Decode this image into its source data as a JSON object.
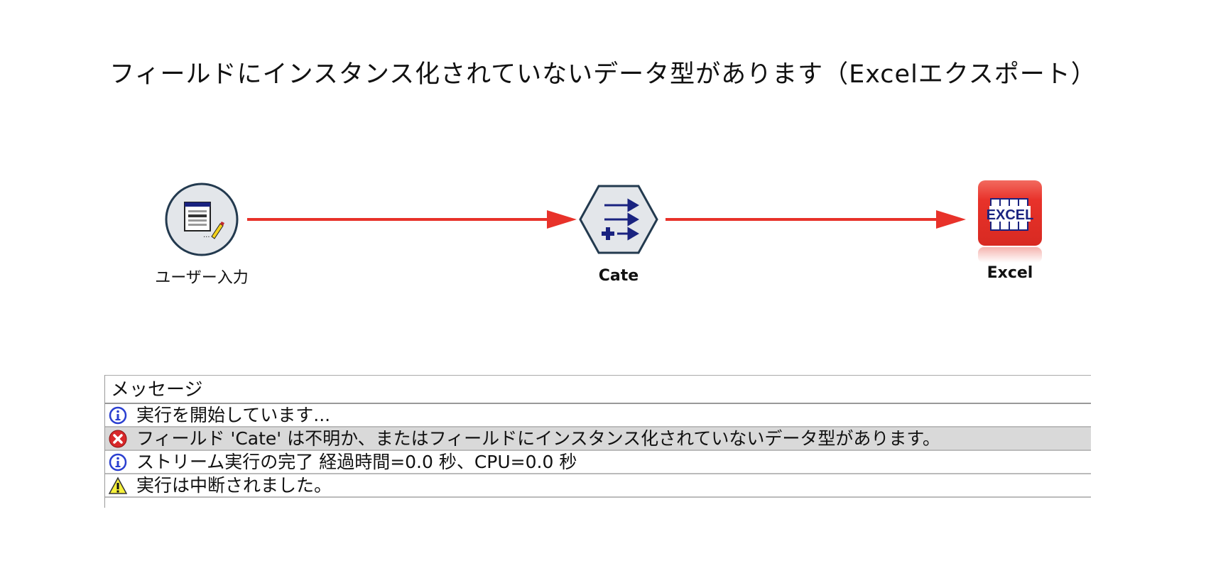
{
  "title": "フィールドにインスタンス化されていないデータ型があります（Excelエクスポート）",
  "colors": {
    "link": "#e8322a",
    "node_fill": "#e3e6ea",
    "node_border": "#233a4f",
    "excel_red": "#e8322a",
    "excel_navy": "#1a2380",
    "selected_row": "#d9d9d9"
  },
  "stream": {
    "nodes": [
      {
        "id": "user-input",
        "label": "ユーザー入力",
        "icon": "user-input-icon",
        "shape": "circle"
      },
      {
        "id": "cate",
        "label": "Cate",
        "icon": "derive-arrows-icon",
        "shape": "hexagon"
      },
      {
        "id": "excel",
        "label": "Excel",
        "icon": "excel-export-icon",
        "shape": "rounded-square",
        "icon_text": "EXCEL"
      }
    ],
    "links": [
      {
        "from": "user-input",
        "to": "cate"
      },
      {
        "from": "cate",
        "to": "excel"
      }
    ]
  },
  "messages": {
    "header": "メッセージ",
    "rows": [
      {
        "type": "info",
        "icon": "info-icon",
        "text": "実行を開始しています..."
      },
      {
        "type": "error",
        "icon": "error-icon",
        "text": "フィールド 'Cate' は不明か、またはフィールドにインスタンス化されていないデータ型があります。",
        "selected": true
      },
      {
        "type": "info",
        "icon": "info-icon",
        "text": "ストリーム実行の完了 経過時間=0.0 秒、CPU=0.0 秒"
      },
      {
        "type": "warning",
        "icon": "warning-icon",
        "text": "実行は中断されました。"
      }
    ]
  }
}
